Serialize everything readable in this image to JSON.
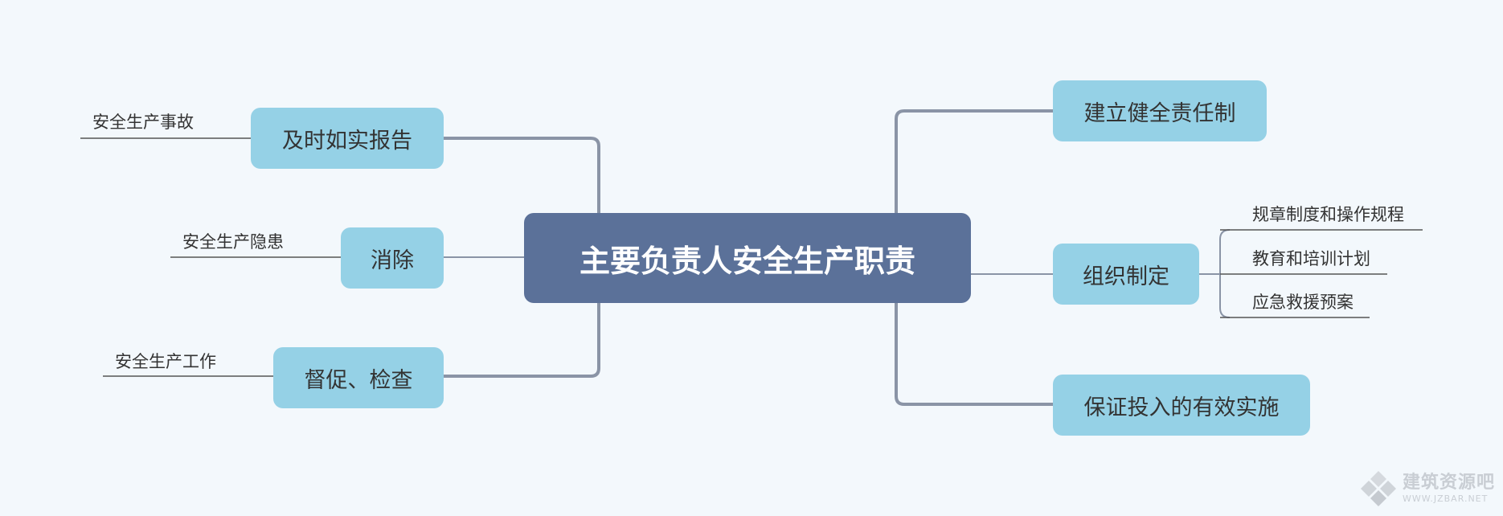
{
  "mindmap": {
    "central": "主要负责人安全生产职责",
    "left_branches": [
      {
        "label": "及时如实报告",
        "leaf": "安全生产事故"
      },
      {
        "label": "消除",
        "leaf": "安全生产隐患"
      },
      {
        "label": "督促、检查",
        "leaf": "安全生产工作"
      }
    ],
    "right_branches": [
      {
        "label": "建立健全责任制"
      },
      {
        "label": "组织制定",
        "leaves": [
          "规章制度和操作规程",
          "教育和培训计划",
          "应急救援预案"
        ]
      },
      {
        "label": "保证投入的有效实施"
      }
    ]
  },
  "watermark": {
    "title": "建筑资源吧",
    "url": "WWW.JZBAR.NET"
  },
  "colors": {
    "background": "#f3f8fc",
    "central_fill": "#5b7199",
    "branch_fill": "#95d1e6",
    "connector": "#8a94a6"
  }
}
